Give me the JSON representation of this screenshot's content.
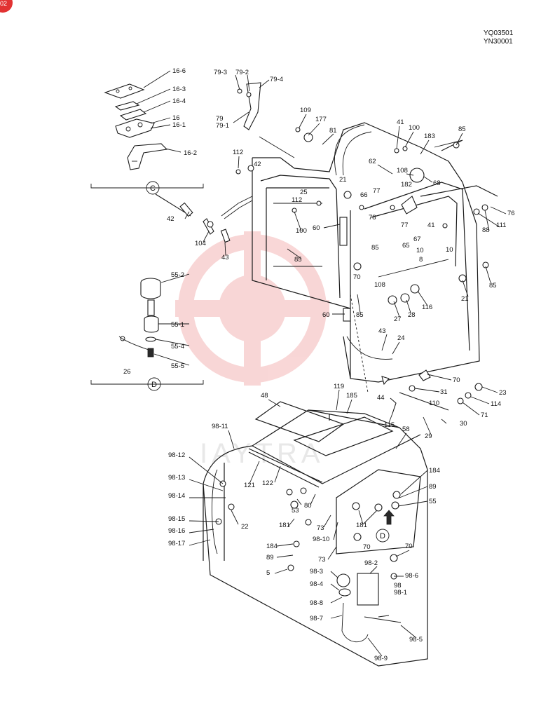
{
  "page": {
    "codes": [
      "YQ03501",
      "YN30001"
    ],
    "corner_badge": "02",
    "watermark_text": "IAYTRA",
    "watermark_color": "#f4b6b6",
    "section_c_label": "C",
    "section_d_label": "D",
    "callout_d_label": "D"
  },
  "labels": {
    "l16_6": "16-6",
    "l16_3": "16-3",
    "l16_4": "16-4",
    "l16": "16",
    "l16_1": "16-1",
    "l16_2": "16-2",
    "l79_3": "79-3",
    "l79_2": "79-2",
    "l79_4": "79-4",
    "l79": "79",
    "l79_1": "79-1",
    "l109": "109",
    "l177": "177",
    "l81": "81",
    "l41a": "41",
    "l100a": "100",
    "l183": "183",
    "l85a": "85",
    "l112a": "112",
    "l42a": "42",
    "l62": "62",
    "l108a": "108",
    "l68": "68",
    "l21a": "21",
    "l66": "66",
    "l77a": "77",
    "l182": "182",
    "l25": "25",
    "l112b": "112",
    "l76": "76",
    "l88": "88",
    "l111": "111",
    "l100b": "100",
    "l60a": "60",
    "l78": "78",
    "l77b": "77",
    "l67": "67",
    "l41b": "41",
    "l10a": "10",
    "l42b": "42",
    "l104": "104",
    "l43a": "43",
    "l85b": "85",
    "l85c": "85",
    "l65": "65",
    "l10b": "10",
    "l8": "8",
    "l70a": "70",
    "l108b": "108",
    "l85d": "85",
    "l55_2": "55-2",
    "l21b": "21",
    "l116": "116",
    "l27": "27",
    "l28": "28",
    "l85e": "85",
    "l60b": "60",
    "l55_1": "55-1",
    "l43b": "43",
    "l24": "24",
    "l55_4": "55-4",
    "l26": "26",
    "l55_5": "55-5",
    "l70b": "70",
    "l23": "23",
    "l31": "31",
    "l44": "44",
    "l110": "110",
    "l114": "114",
    "l71": "71",
    "l29": "29",
    "l30": "30",
    "l115": "115",
    "l119": "119",
    "l48": "48",
    "l185": "185",
    "l98_11": "98-11",
    "l58": "58",
    "l98_12": "98-12",
    "l98_13": "98-13",
    "l121": "121",
    "l122": "122",
    "l184a": "184",
    "l89a": "89",
    "l98_14": "98-14",
    "l53": "53",
    "l80": "80",
    "l55": "55",
    "l98_15": "98-15",
    "l22": "22",
    "l98_16": "98-16",
    "l181a": "181",
    "l181b": "181",
    "l73a": "73",
    "l98_17": "98-17",
    "l98_10": "98-10",
    "l70c": "70",
    "l184b": "184",
    "l89b": "89",
    "l73b": "73",
    "l70d": "70",
    "l5": "5",
    "l98_2": "98-2",
    "l98_3": "98-3",
    "l98_6": "98-6",
    "l98_4": "98-4",
    "l98": "98",
    "l98_1": "98-1",
    "l98_8": "98-8",
    "l98_7": "98-7",
    "l98_5": "98-5",
    "l98_9": "98-9"
  }
}
